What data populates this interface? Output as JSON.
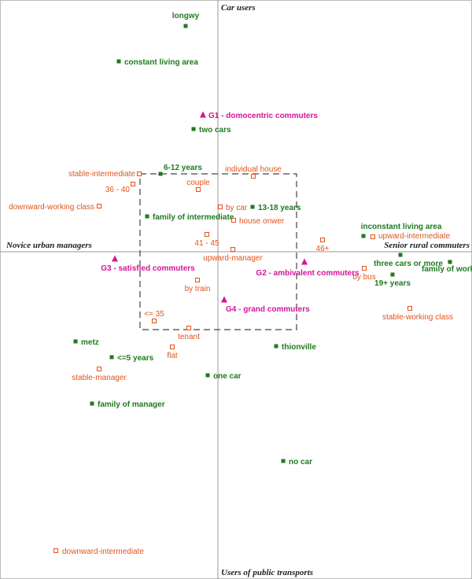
{
  "chart_data": {
    "type": "scatter",
    "title": "",
    "axis_labels": {
      "top": "Car users",
      "bottom": "Users of public transports",
      "left": "Novice urban managers",
      "right": "Senior rural commuters"
    },
    "xlim": [
      -277,
      323
    ],
    "ylim": [
      -416,
      320
    ],
    "grid": false,
    "box": {
      "x": [
        -99,
        100
      ],
      "y": [
        -99,
        99
      ]
    },
    "colors": {
      "green": "#1f7a1f",
      "orange": "#e2531b",
      "magenta": "#d4149a",
      "axis": "#999999",
      "box": "#444444"
    },
    "series": [
      {
        "name": "",
        "marker": "filled-square",
        "color": "green",
        "points": [
          {
            "label": "longwy",
            "x": -41,
            "y": 287
          },
          {
            "label": "constant living area",
            "x": -126,
            "y": 242
          },
          {
            "label": "two cars",
            "x": -31,
            "y": 156
          },
          {
            "label": "6-12 years",
            "x": -73,
            "y": 99
          },
          {
            "label": "13-18 years",
            "x": 44,
            "y": 57
          },
          {
            "label": "family of intermediate",
            "x": -90,
            "y": 45
          },
          {
            "label": "inconstant living area",
            "x": 185,
            "y": 20
          },
          {
            "label": "three cars or more",
            "x": 232,
            "y": -4
          },
          {
            "label": "family of work",
            "x": 295,
            "y": -13
          },
          {
            "label": "19+ years",
            "x": 222,
            "y": -29
          },
          {
            "label": "metz",
            "x": -181,
            "y": -114
          },
          {
            "label": "<=5 years",
            "x": -135,
            "y": -134
          },
          {
            "label": "thionville",
            "x": 74,
            "y": -120
          },
          {
            "label": "one car",
            "x": -13,
            "y": -157
          },
          {
            "label": "family of manager",
            "x": -160,
            "y": -193
          },
          {
            "label": "no car",
            "x": 83,
            "y": -266
          }
        ]
      },
      {
        "name": "",
        "marker": "open-square",
        "color": "orange",
        "points": [
          {
            "label": "stable-intermediate",
            "x": -100,
            "y": 99
          },
          {
            "label": "individual house",
            "x": 45,
            "y": 96
          },
          {
            "label": "36 - 40",
            "x": -108,
            "y": 86
          },
          {
            "label": "couple",
            "x": -25,
            "y": 79
          },
          {
            "label": "downward-working class",
            "x": -151,
            "y": 58
          },
          {
            "label": "by car",
            "x": 3,
            "y": 57
          },
          {
            "label": "house onwer",
            "x": 20,
            "y": 40
          },
          {
            "label": "41 - 45",
            "x": -14,
            "y": 22
          },
          {
            "label": "46+",
            "x": 133,
            "y": 15
          },
          {
            "label": "upward-intermediate",
            "x": 197,
            "y": 19
          },
          {
            "label": "upward-manager",
            "x": 19,
            "y": 3
          },
          {
            "label": "by bus",
            "x": 186,
            "y": -21
          },
          {
            "label": "by train",
            "x": -26,
            "y": -36
          },
          {
            "label": "stable-working class",
            "x": 244,
            "y": -72
          },
          {
            "label": "<= 35",
            "x": -81,
            "y": -88
          },
          {
            "label": "tenant",
            "x": -37,
            "y": -97
          },
          {
            "label": "flat",
            "x": -58,
            "y": -121
          },
          {
            "label": "stable-manager",
            "x": -151,
            "y": -149
          },
          {
            "label": "downward-intermediate",
            "x": -206,
            "y": -380
          }
        ]
      },
      {
        "name": "",
        "marker": "triangle",
        "color": "magenta",
        "points": [
          {
            "label": "G1 - domocentric commuters",
            "x": -19,
            "y": 174
          },
          {
            "label": "G3 - satisfied commuters",
            "x": -131,
            "y": -9
          },
          {
            "label": "G2 - ambivalent commuters",
            "x": 110,
            "y": -13
          },
          {
            "label": "G4 - grand commuters",
            "x": 8,
            "y": -61
          }
        ]
      }
    ]
  }
}
